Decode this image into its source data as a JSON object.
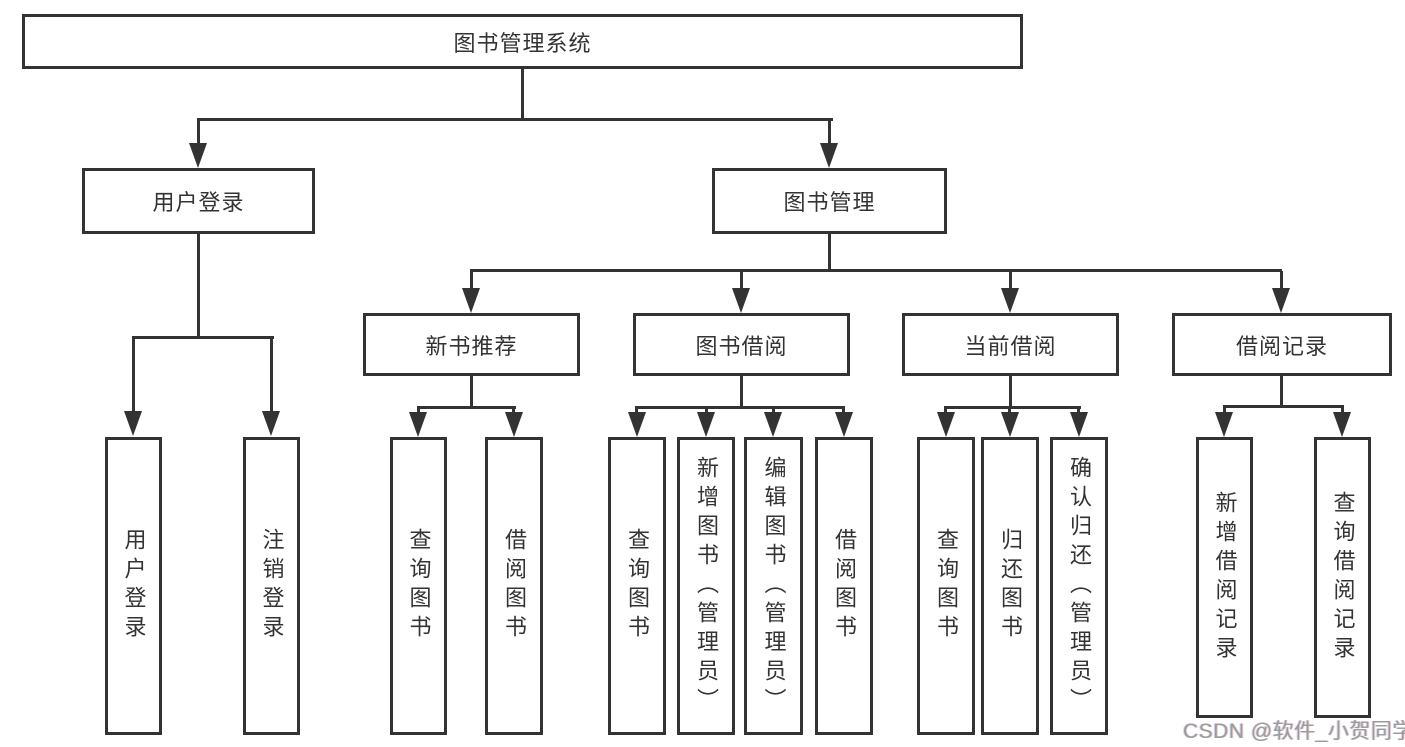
{
  "nodes": {
    "root": "图书管理系统",
    "user_login": "用户登录",
    "book_mgmt": "图书管理",
    "new_book_rec": "新书推荐",
    "book_borrow": "图书借阅",
    "current_borrow": "当前借阅",
    "borrow_records": "借阅记录"
  },
  "leaves": {
    "user_login": "用户登录",
    "logout": "注销登录",
    "rec_query_book": "查询图书",
    "rec_borrow_book": "借阅图书",
    "bb_query_book": "查询图书",
    "bb_add_book": "新增图书（管理员）",
    "bb_edit_book": "编辑图书（管理员）",
    "bb_borrow_book": "借阅图书",
    "cb_query_book": "查询图书",
    "cb_return_book": "归还图书",
    "cb_confirm_return": "确认归还（管理员）",
    "br_add_record": "新增借阅记录",
    "br_query_record": "查询借阅记录"
  },
  "hierarchy": {
    "图书管理系统": [
      "用户登录",
      "图书管理"
    ],
    "用户登录": [
      "用户登录",
      "注销登录"
    ],
    "图书管理": [
      "新书推荐",
      "图书借阅",
      "当前借阅",
      "借阅记录"
    ],
    "新书推荐": [
      "查询图书",
      "借阅图书"
    ],
    "图书借阅": [
      "查询图书",
      "新增图书（管理员）",
      "编辑图书（管理员）",
      "借阅图书"
    ],
    "当前借阅": [
      "查询图书",
      "归还图书",
      "确认归还（管理员）"
    ],
    "借阅记录": [
      "新增借阅记录",
      "查询借阅记录"
    ]
  },
  "watermark": "CSDN @软件_小贺同学",
  "colors": {
    "line": "#333333",
    "box_border": "#333333",
    "text": "#333333",
    "background": "#ffffff",
    "watermark": "#9b9b9b"
  }
}
